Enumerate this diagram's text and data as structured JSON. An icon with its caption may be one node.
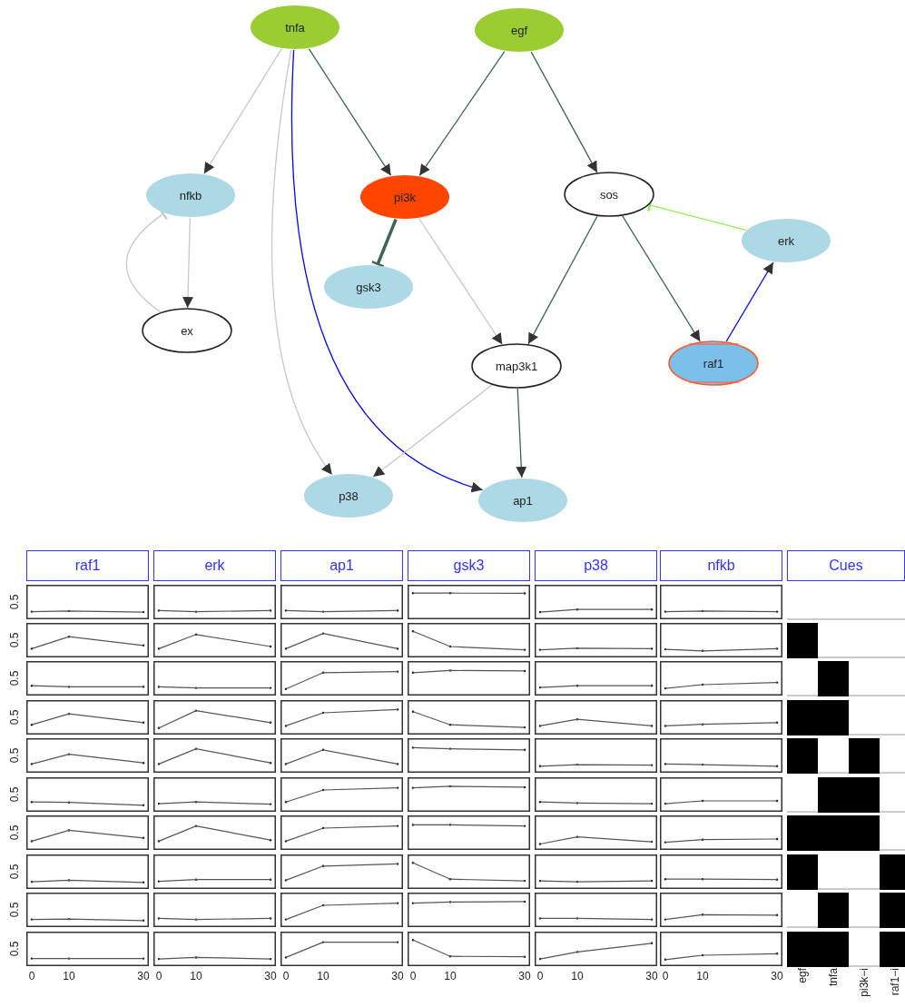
{
  "diagram": {
    "nodes": [
      {
        "text": [
          "tnfa"
        ]
      },
      {
        "text": [
          "egf"
        ]
      },
      {
        "text": [
          "nfkb"
        ]
      },
      {
        "text": [
          "pi3k"
        ]
      },
      {
        "text": [
          "sos"
        ]
      },
      {
        "text": [
          "erk"
        ]
      },
      {
        "text": [
          "gsk3"
        ]
      },
      {
        "text": [
          "ex"
        ]
      },
      {
        "text": [
          "map3k1"
        ]
      },
      {
        "text": [
          "raf1"
        ]
      },
      {
        "text": [
          "p38"
        ]
      },
      {
        "text": [
          "ap1"
        ]
      }
    ],
    "edges": [
      {
        "from": 0,
        "to": 2,
        "arrow": "to",
        "color": "#c8c8c8"
      },
      {
        "from": 0,
        "to": 10,
        "arrow": "to",
        "color": "#c8c8c8"
      },
      {
        "from": 0,
        "to": 11,
        "arrow": "to",
        "color": "#0000ff"
      },
      {
        "from": 0,
        "to": 3,
        "arrow": "to"
      },
      {
        "from": 1,
        "to": 3,
        "arrow": "to"
      },
      {
        "from": 1,
        "to": 4,
        "arrow": "to"
      },
      {
        "from": 2,
        "to": 7,
        "arrow": "to",
        "color": "#c8c8c8"
      },
      {
        "from": 7,
        "to": 2,
        "arrow": "other",
        "color": "#c8c8c8"
      },
      {
        "from": 3,
        "to": 6,
        "arrow": "other",
        "style": "thick"
      },
      {
        "from": 3,
        "to": 8,
        "arrow": "to",
        "color": "#c8c8c8"
      },
      {
        "from": 4,
        "to": 8,
        "arrow": "to"
      },
      {
        "from": 4,
        "to": 9,
        "arrow": "to"
      },
      {
        "from": 5,
        "to": 4,
        "arrow": "other",
        "color": "#90ee50"
      },
      {
        "from": 9,
        "to": 5,
        "arrow": "to",
        "color": "#0000ff"
      },
      {
        "from": 8,
        "to": 10,
        "arrow": "to",
        "color": "#c8c8c8"
      },
      {
        "from": 8,
        "to": 11,
        "arrow": "to"
      }
    ],
    "labels": [
      "raf1",
      "erk",
      "ap1",
      "gsk3",
      "p38",
      "nfkb",
      "Cues",
      "0.5",
      "0.5",
      "0.5",
      "0.5",
      "0.5",
      "0.5",
      "0.5",
      "0.5",
      "0.5",
      "0.5",
      "0",
      "10",
      "30",
      "0",
      "10",
      "30",
      "0",
      "10",
      "30",
      "0",
      "10",
      "30",
      "0",
      "10",
      "30",
      "0",
      "10",
      "30",
      "egf",
      "tnfa",
      "pi3k−i",
      "raf1−i"
    ]
  }
}
